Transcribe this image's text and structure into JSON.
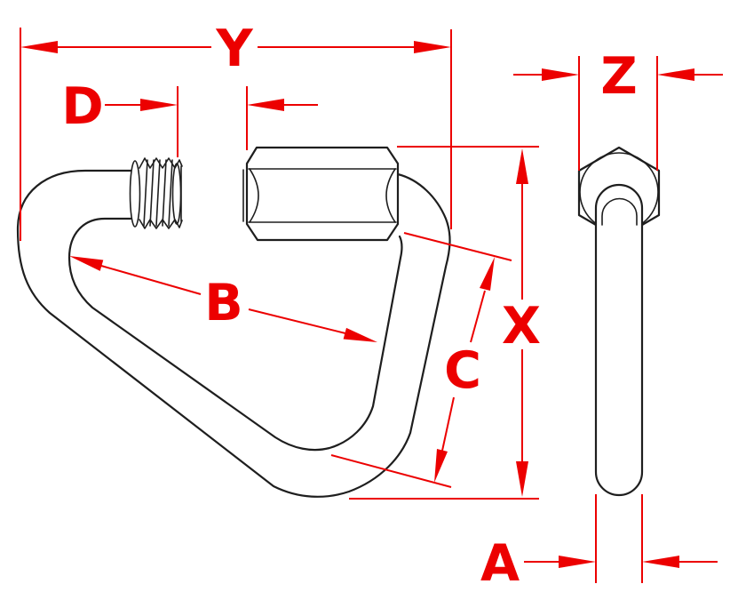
{
  "drawing_labels": {
    "y": "Y",
    "d": "D",
    "z": "Z",
    "b": "B",
    "c": "C",
    "x": "X",
    "a": "A"
  },
  "colors": {
    "outline": "#1e1e1e",
    "dimension": "#ec0000",
    "background": "#ffffff"
  }
}
